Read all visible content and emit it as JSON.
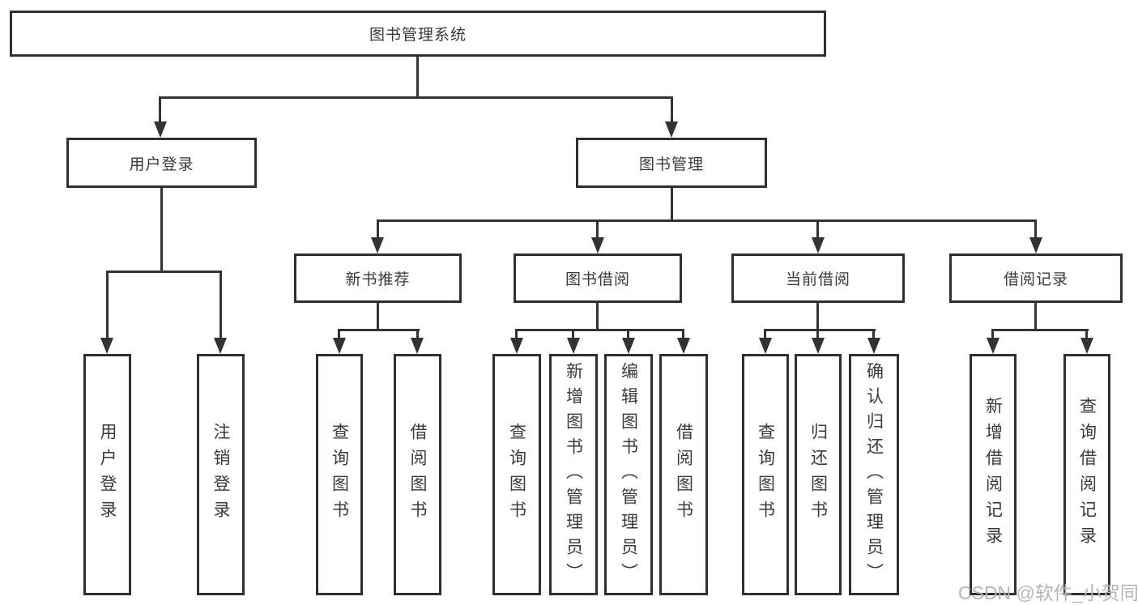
{
  "diagram_title": "图书管理系统",
  "nodes": {
    "root": "图书管理系统",
    "level2": [
      "用户登录",
      "图书管理"
    ],
    "level3": [
      "新书推荐",
      "图书借阅",
      "当前借阅",
      "借阅记录"
    ],
    "leaves_user_login": [
      "用户登录",
      "注销登录"
    ],
    "leaves_new_book": [
      "查询图书",
      "借阅图书"
    ],
    "leaves_book_borrow": [
      "查询图书",
      "新增图书（管理员）",
      "编辑图书（管理员）",
      "借阅图书"
    ],
    "leaves_current_borrow": [
      "查询图书",
      "归还图书",
      "确认归还（管理员）"
    ],
    "leaves_borrow_record": [
      "新增借阅记录",
      "查询借阅记录"
    ]
  },
  "colors": {
    "line": "#333333",
    "border": "#2f2f2f",
    "text": "#3a3a3a",
    "background": "#ffffff",
    "watermark": "#b5b5b5"
  },
  "watermark": "CSDN @软件_小贺同学"
}
